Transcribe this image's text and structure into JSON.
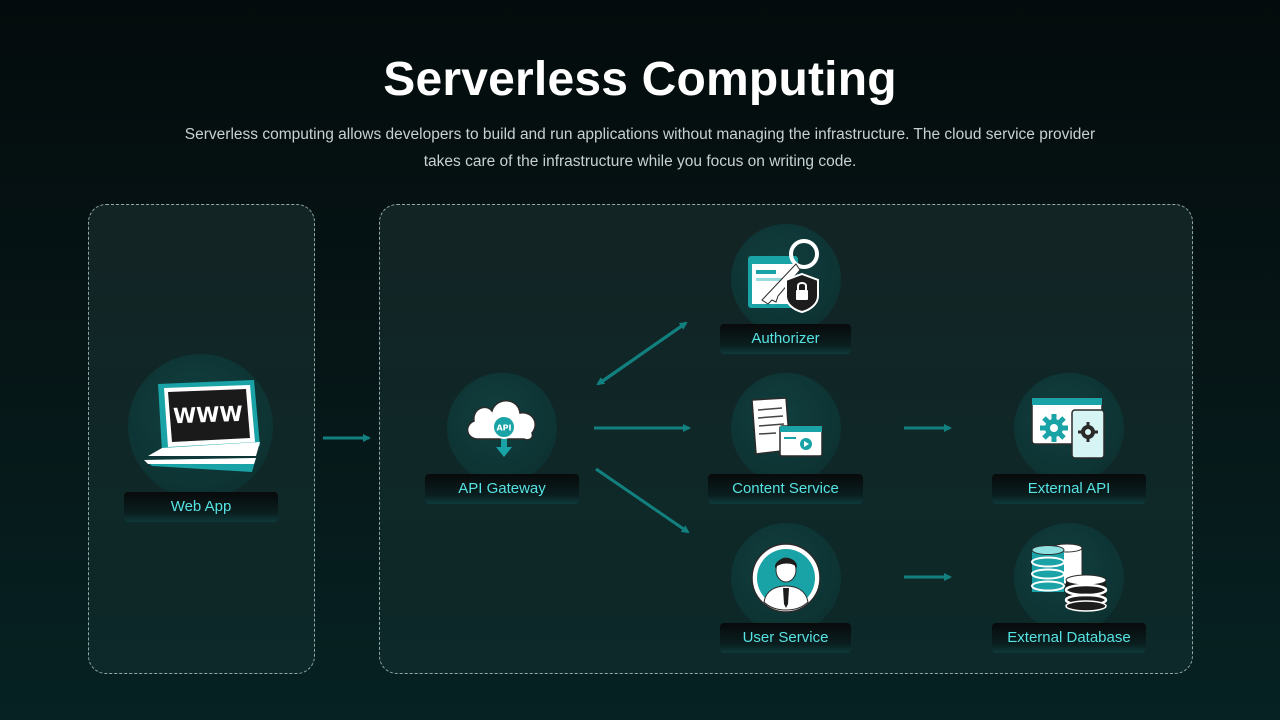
{
  "title": "Serverless Computing",
  "subtitle": "Serverless computing allows developers to build and run applications without managing the infrastructure. The cloud service provider takes care of the infrastructure while you focus on writing code.",
  "nodes": {
    "web_app": {
      "label": "Web App",
      "icon": "laptop-www-icon",
      "screen_text": "WWW"
    },
    "api_gateway": {
      "label": "API Gateway",
      "icon": "cloud-api-icon",
      "badge_text": "API"
    },
    "authorizer": {
      "label": "Authorizer",
      "icon": "key-lock-icon"
    },
    "content_service": {
      "label": "Content Service",
      "icon": "document-media-icon"
    },
    "user_service": {
      "label": "User Service",
      "icon": "user-avatar-icon"
    },
    "external_api": {
      "label": "External API",
      "icon": "gear-window-icon"
    },
    "external_database": {
      "label": "External Database",
      "icon": "database-icon"
    }
  },
  "colors": {
    "accent": "#56e3e3",
    "arrow": "#138080",
    "icon_teal": "#1aa3a6",
    "background": "#061718"
  }
}
